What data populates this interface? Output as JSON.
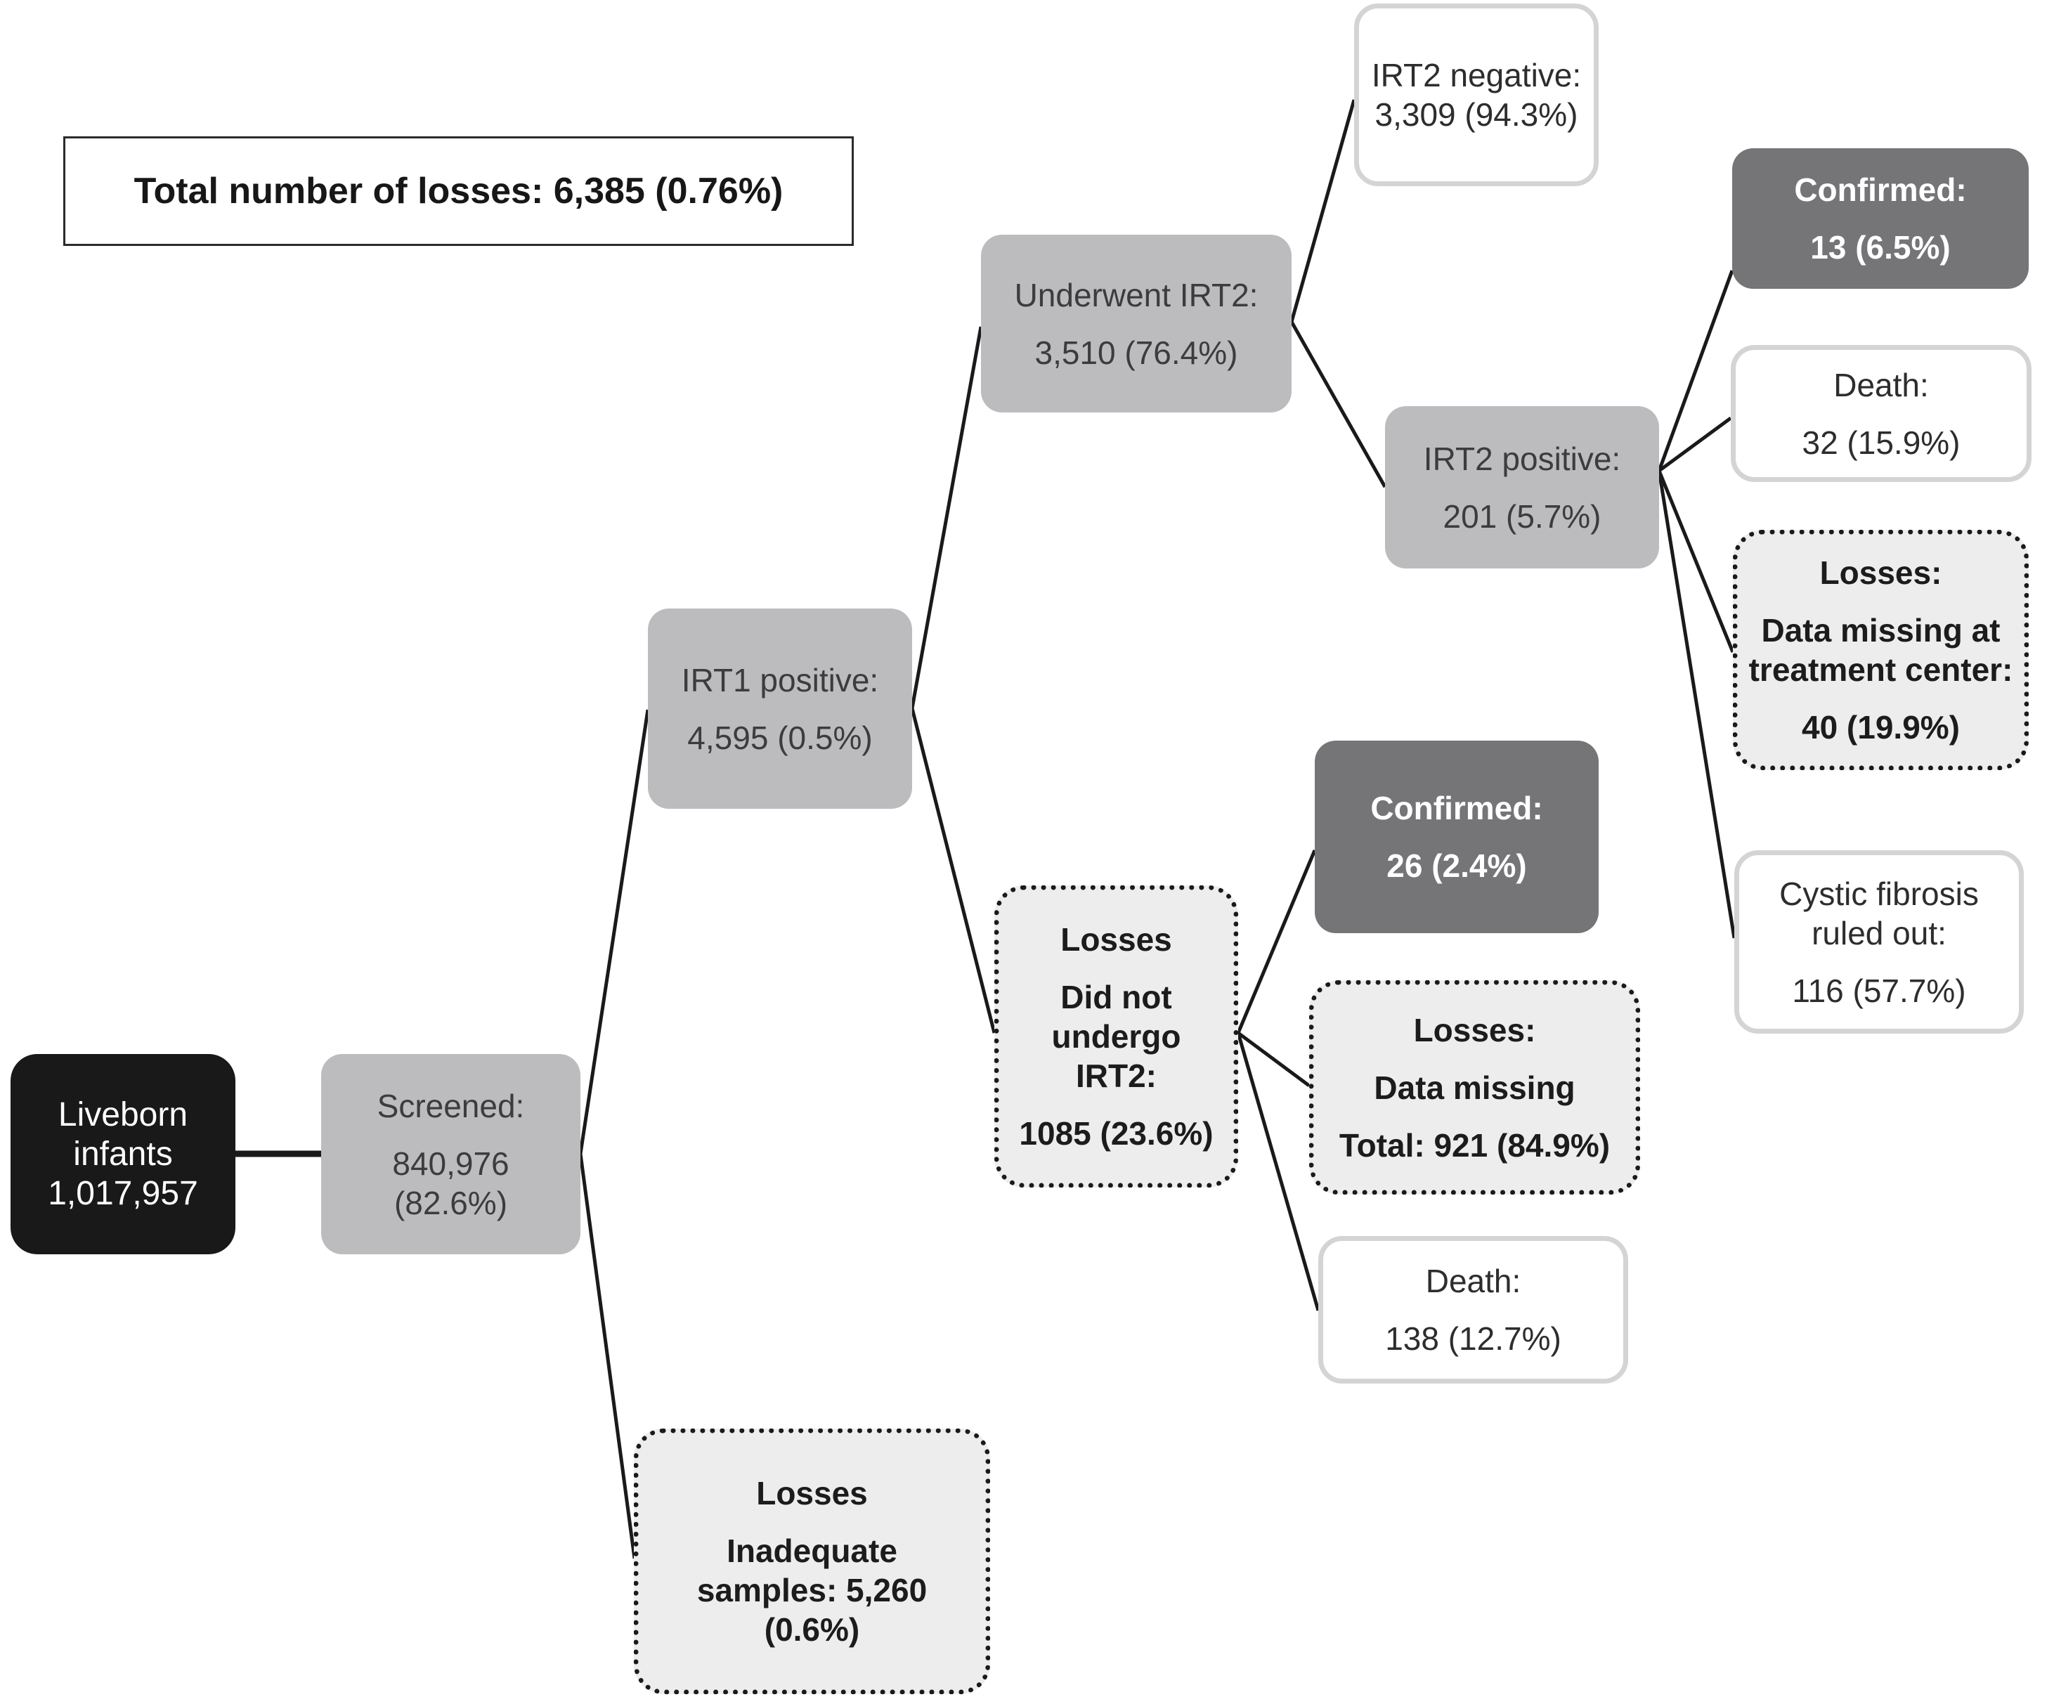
{
  "diagram": {
    "kind": "screening-flowchart",
    "note": {
      "paragraphs": [
        [
          "Total number of losses: 6,385 (0.76%)"
        ]
      ]
    },
    "nodes": {
      "liveborn": {
        "style": "black",
        "paragraphs": [
          [
            "Liveborn",
            "infants",
            "1,017,957"
          ]
        ]
      },
      "screened": {
        "style": "gray",
        "paragraphs": [
          [
            "Screened:"
          ],
          [
            "840,976",
            "(82.6%)"
          ]
        ]
      },
      "irt1_positive": {
        "style": "gray",
        "paragraphs": [
          [
            "IRT1 positive:"
          ],
          [
            "4,595 (0.5%)"
          ]
        ]
      },
      "losses_inadequate": {
        "style": "dotted",
        "paragraphs": [
          [
            "Losses"
          ],
          [
            "Inadequate",
            "samples: 5,260",
            "(0.6%)"
          ]
        ]
      },
      "underwent_irt2": {
        "style": "gray",
        "paragraphs": [
          [
            "Underwent IRT2:"
          ],
          [
            "3,510 (76.4%)"
          ]
        ]
      },
      "losses_did_not_undergo": {
        "style": "dotted",
        "paragraphs": [
          [
            "Losses"
          ],
          [
            "Did not",
            "undergo",
            "IRT2:"
          ],
          [
            "1085 (23.6%)"
          ]
        ]
      },
      "irt2_negative": {
        "style": "white",
        "paragraphs": [
          [
            "IRT2 negative:",
            "3,309 (94.3%)"
          ]
        ]
      },
      "irt2_positive": {
        "style": "gray",
        "paragraphs": [
          [
            "IRT2 positive:"
          ],
          [
            "201 (5.7%)"
          ]
        ]
      },
      "confirmed_after_irt2": {
        "style": "dark",
        "paragraphs": [
          [
            "Confirmed:"
          ],
          [
            "13 (6.5%)"
          ]
        ]
      },
      "death_after_irt2": {
        "style": "white",
        "paragraphs": [
          [
            "Death:"
          ],
          [
            "32 (15.9%)"
          ]
        ]
      },
      "losses_treatment_center": {
        "style": "dotted",
        "paragraphs": [
          [
            "Losses:"
          ],
          [
            "Data missing at",
            "treatment center:"
          ],
          [
            "40 (19.9%)"
          ]
        ]
      },
      "cf_ruled_out": {
        "style": "white",
        "paragraphs": [
          [
            "Cystic fibrosis",
            "ruled out:"
          ],
          [
            "116 (57.7%)"
          ]
        ]
      },
      "confirmed_no_irt2": {
        "style": "dark",
        "paragraphs": [
          [
            "Confirmed:"
          ],
          [
            "26 (2.4%)"
          ]
        ]
      },
      "losses_data_missing": {
        "style": "dotted",
        "paragraphs": [
          [
            "Losses:"
          ],
          [
            "Data missing"
          ],
          [
            "Total: 921 (84.9%)"
          ]
        ]
      },
      "death_no_irt2": {
        "style": "white",
        "paragraphs": [
          [
            "Death:"
          ],
          [
            "138 (12.7%)"
          ]
        ]
      }
    },
    "colors": {
      "node_gray": "#bcbcbe",
      "node_dark_gray": "#757578",
      "node_black": "#191919",
      "dotted_box_bg": "#ededed",
      "white_box_border": "#d4d4d4",
      "note_border": "#2b2b2b",
      "connector_line": "#1a1a1a",
      "background": "#ffffff"
    }
  }
}
